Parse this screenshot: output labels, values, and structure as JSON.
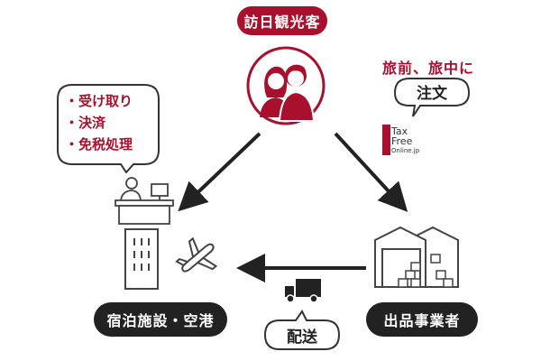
{
  "visitors": {
    "label": "訪日観光客"
  },
  "order": {
    "caption": "旅前、旅中に",
    "label": "注文"
  },
  "services": {
    "items": [
      "・受け取り",
      "・決済",
      "・免税処理"
    ]
  },
  "logo": {
    "line1": "Tax",
    "line2": "Free",
    "line3": "Online.jp"
  },
  "facility": {
    "label": "宿泊施設・空港"
  },
  "seller": {
    "label": "出品事業者"
  },
  "delivery": {
    "label": "配送"
  },
  "colors": {
    "accent": "#a8102e",
    "dark": "#222222"
  }
}
